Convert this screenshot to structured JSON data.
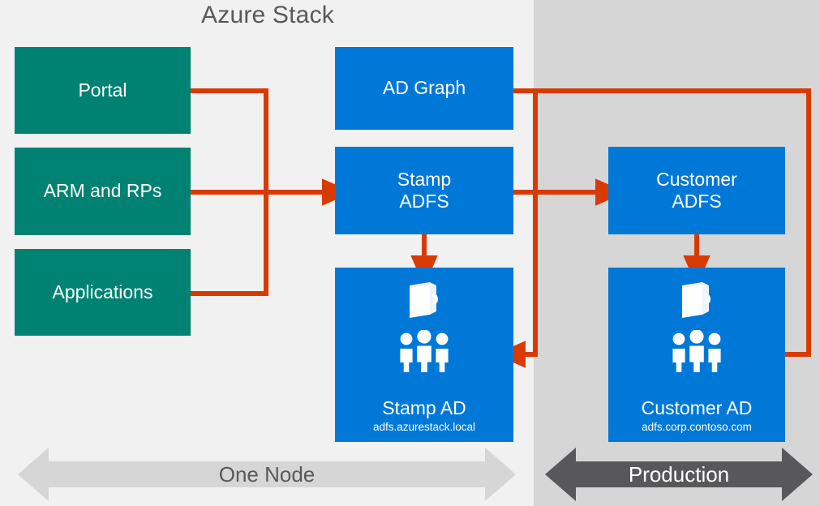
{
  "diagram": {
    "title": "Azure Stack",
    "colors": {
      "background_left": "#f1f1f1",
      "background_right": "#d6d6d6",
      "green_node": "#008272",
      "blue_node": "#0078d7",
      "connector": "#d83b01",
      "band_light": "#d6d6d6",
      "band_dark": "#58585a",
      "title_text": "#595959"
    }
  },
  "nodes": {
    "portal": {
      "label": "Portal"
    },
    "arm_and_rps": {
      "label": "ARM and RPs"
    },
    "applications": {
      "label": "Applications"
    },
    "ad_graph": {
      "label": "AD Graph"
    },
    "stamp_adfs": {
      "line1": "Stamp",
      "line2": "ADFS"
    },
    "customer_adfs": {
      "line1": "Customer",
      "line2": "ADFS"
    },
    "stamp_ad": {
      "label": "Stamp AD",
      "subtitle": "adfs.azurestack.local"
    },
    "customer_ad": {
      "label": "Customer AD",
      "subtitle": "adfs.corp.contoso.com"
    }
  },
  "bands": {
    "one_node": {
      "label": "One Node"
    },
    "production": {
      "label": "Production"
    }
  },
  "icons": {
    "directory": "directory-folder-icon",
    "users": "three-users-icon"
  }
}
